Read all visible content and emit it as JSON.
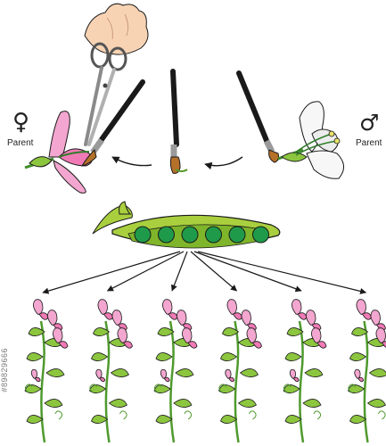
{
  "female": {
    "symbol": "♀",
    "label": "Parent"
  },
  "male": {
    "symbol": "♂",
    "label": "Parent"
  },
  "watermark_id": "#89829666",
  "steps": [
    "scissors-icon",
    "paintbrush-icon",
    "female-flower-icon",
    "male-flower-icon",
    "pea-pod-icon",
    "offspring-plant-icon"
  ],
  "pod": {
    "peas": 6
  },
  "offspring": {
    "count": 6
  },
  "colors": {
    "petal_pink": "#f3a6cf",
    "petal_white": "#f7f7f7",
    "pod_green": "#a9cf3e",
    "pea_green": "#1f9a4a",
    "leaf_green": "#8cc63f",
    "outline": "#1a1a1a",
    "skin": "#f7d3b4"
  }
}
